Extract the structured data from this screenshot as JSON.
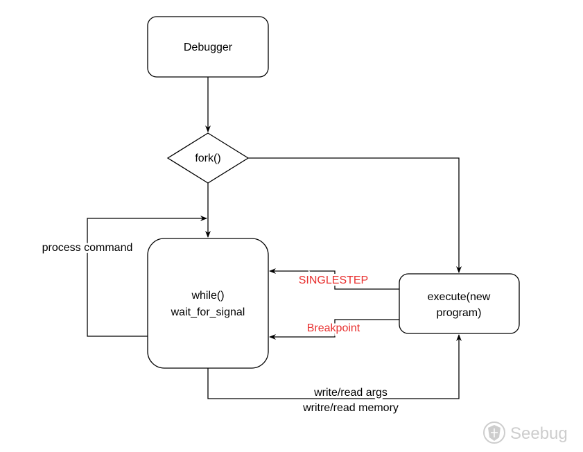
{
  "colors": {
    "stroke": "#000000",
    "signal_label": "#e8302f",
    "watermark": "#c8c8c8"
  },
  "nodes": {
    "debugger": {
      "label": "Debugger"
    },
    "fork": {
      "label": "fork()"
    },
    "loop": {
      "line1": "while()",
      "line2": "wait_for_signal"
    },
    "execute": {
      "line1": "execute(new",
      "line2": "program)"
    }
  },
  "edges": {
    "process_command": "process command",
    "singlestep": "SINGLESTEP",
    "breakpoint": "Breakpoint",
    "args_line1": "write/read args",
    "args_line2": "writre/read memory"
  },
  "watermark": {
    "text": "Seebug"
  }
}
